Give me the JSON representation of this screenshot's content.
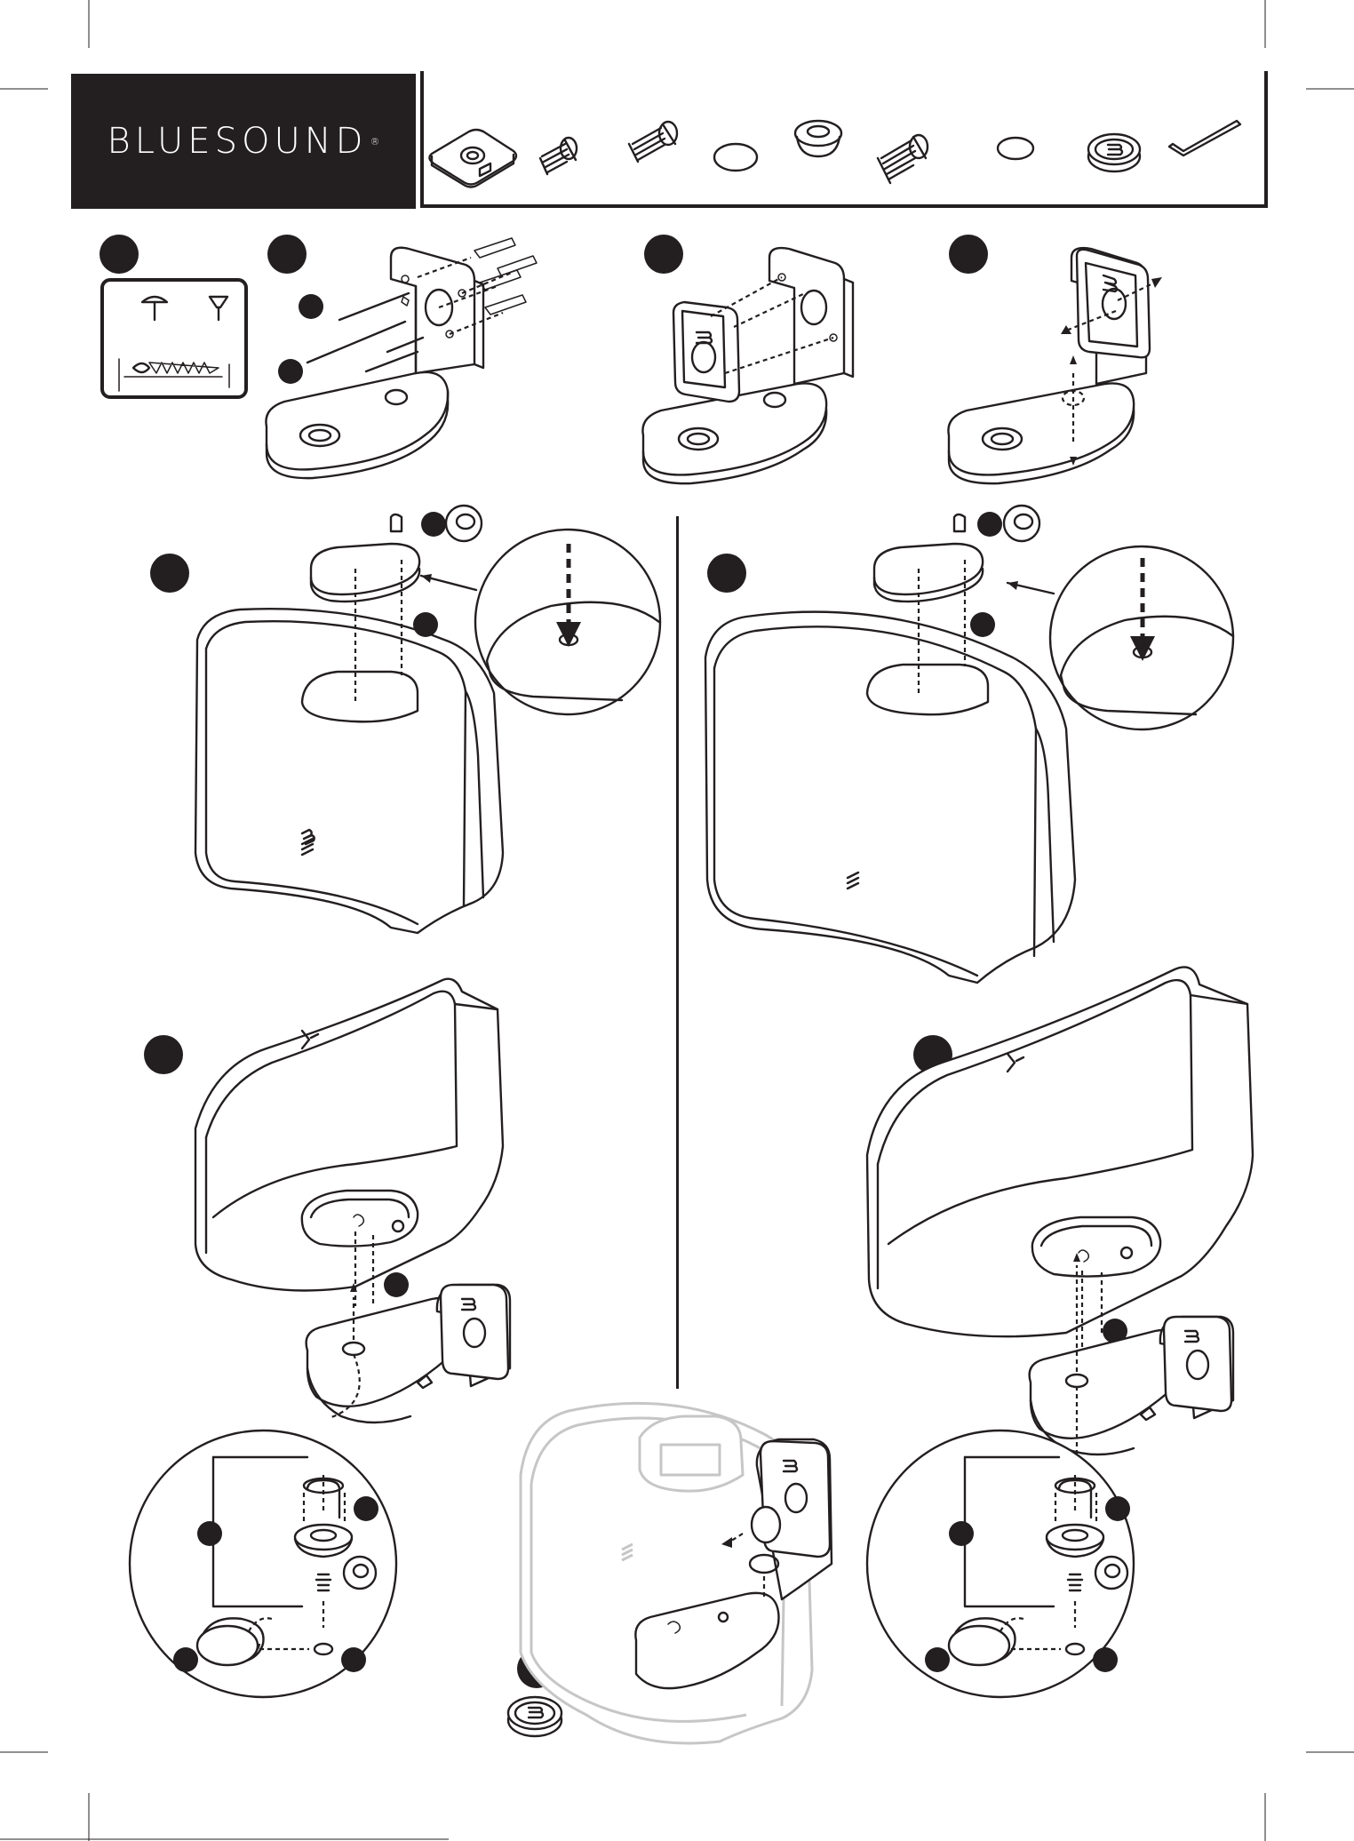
{
  "brand": {
    "name": "BLUESOUND",
    "registered_mark": "®"
  },
  "colors": {
    "ink": "#231f20",
    "paper": "#ffffff",
    "ghost_outline": "#c6c6c6"
  },
  "parts_strip": {
    "items": [
      {
        "icon": "rubber-pad-icon"
      },
      {
        "icon": "short-screw-icon"
      },
      {
        "icon": "long-screw-icon"
      },
      {
        "icon": "o-ring-icon"
      },
      {
        "icon": "grommet-icon"
      },
      {
        "icon": "bolt-icon"
      },
      {
        "icon": "small-ring-icon"
      },
      {
        "icon": "logo-cap-icon"
      },
      {
        "icon": "hex-key-icon"
      }
    ]
  },
  "steps": {
    "count": 8,
    "marker_style": "filled-black-circle"
  }
}
